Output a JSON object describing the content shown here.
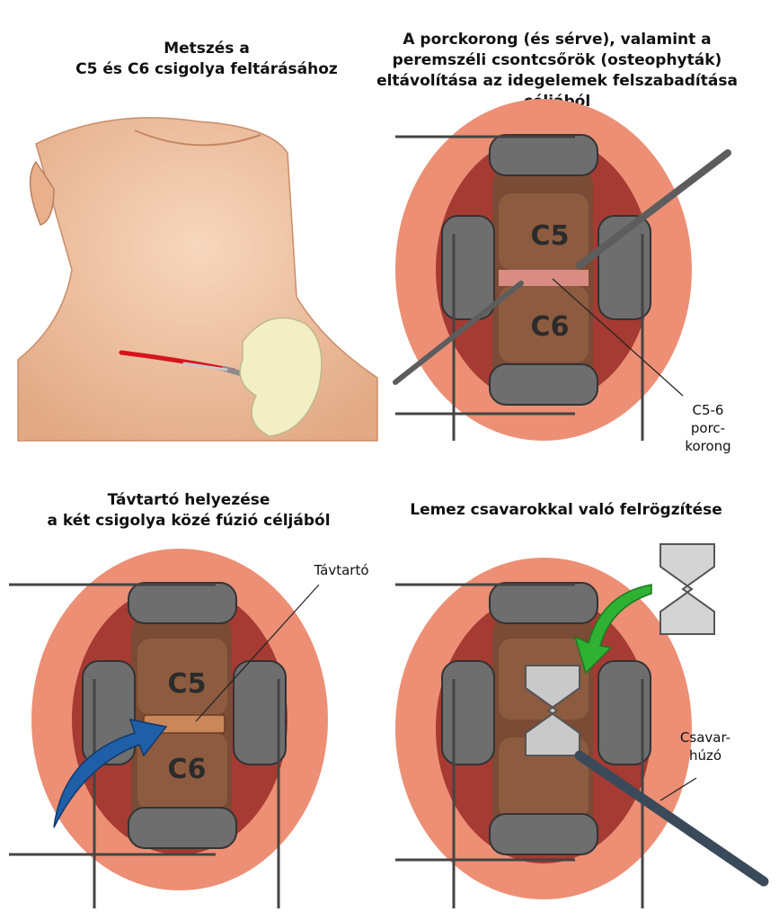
{
  "panels": [
    {
      "title_lines": [
        "Metszés a",
        "C5 és C6 csigolya feltárásához"
      ]
    },
    {
      "title_lines": [
        "A porckorong (és sérve), valamint a",
        "peremszéli csontcsőrök (osteophyták)",
        "eltávolítása az idegelemek felszabadítása céljából"
      ],
      "vertebra_top": "C5",
      "vertebra_bottom": "C6",
      "callout_lines": [
        "C5-6",
        "porc-",
        "korong"
      ]
    },
    {
      "title_lines": [
        "Távtartó helyezése",
        "a két csigolya közé fúzió céljából"
      ],
      "vertebra_top": "C5",
      "vertebra_bottom": "C6",
      "callout": "Távtartó"
    },
    {
      "title_lines": [
        "Lemez csavarokkal való felrögzítése"
      ],
      "callout_lines": [
        "Csavar-",
        "húzó"
      ]
    }
  ],
  "colors": {
    "skin": "#f1c7a4",
    "wound": "#e9876d",
    "retractor": "#6e6e6e",
    "arrow_blue": "#1f5fa8",
    "arrow_green": "#2fb234",
    "incision": "#d8141c"
  }
}
